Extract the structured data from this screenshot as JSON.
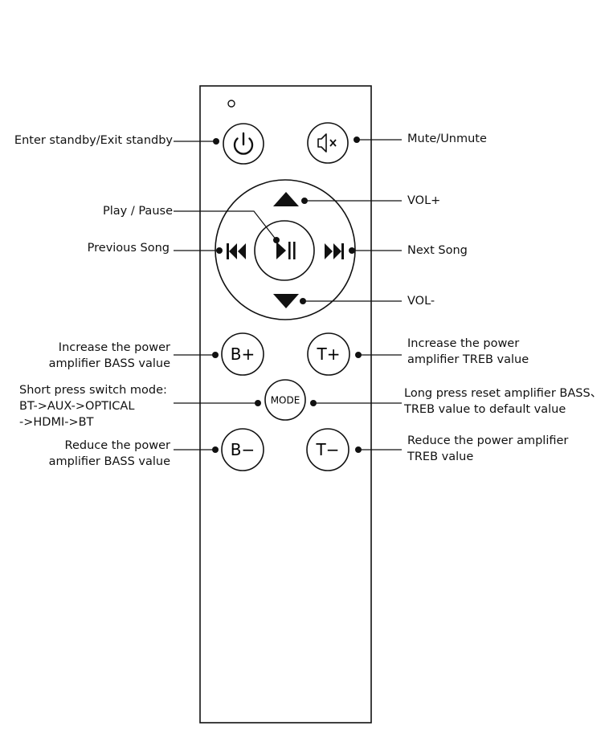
{
  "remote": {
    "buttons": {
      "power": {
        "icon": "power-icon"
      },
      "mute": {
        "icon": "speaker-mute-icon"
      },
      "vol_up": {
        "icon": "triangle-up-icon"
      },
      "vol_down": {
        "icon": "triangle-down-icon"
      },
      "prev": {
        "icon": "skip-previous-icon"
      },
      "next": {
        "icon": "skip-next-icon"
      },
      "play_pause": {
        "icon": "play-pause-icon"
      },
      "bass_up": {
        "label": "B+"
      },
      "treb_up": {
        "label": "T+"
      },
      "mode": {
        "label": "MODE"
      },
      "bass_down": {
        "label": "B−"
      },
      "treb_down": {
        "label": "T−"
      }
    }
  },
  "callouts": {
    "power": "Enter standby/Exit standby",
    "mute": "Mute/Unmute",
    "play_pause": "Play / Pause",
    "vol_up": "VOL+",
    "prev": "Previous Song",
    "next": "Next Song",
    "vol_down": "VOL-",
    "bass_up": [
      "Increase the power",
      "amplifier BASS value"
    ],
    "treb_up": [
      "Increase the power",
      "amplifier TREB value"
    ],
    "mode_short": [
      "Short press switch mode:",
      "BT->AUX->OPTICAL",
      "->HDMI->BT"
    ],
    "mode_long": [
      "Long press reset amplifier BASS、",
      "TREB value to default value"
    ],
    "bass_down": [
      "Reduce the power",
      "amplifier BASS value"
    ],
    "treb_down": [
      "Reduce the power amplifier",
      "TREB value"
    ]
  }
}
